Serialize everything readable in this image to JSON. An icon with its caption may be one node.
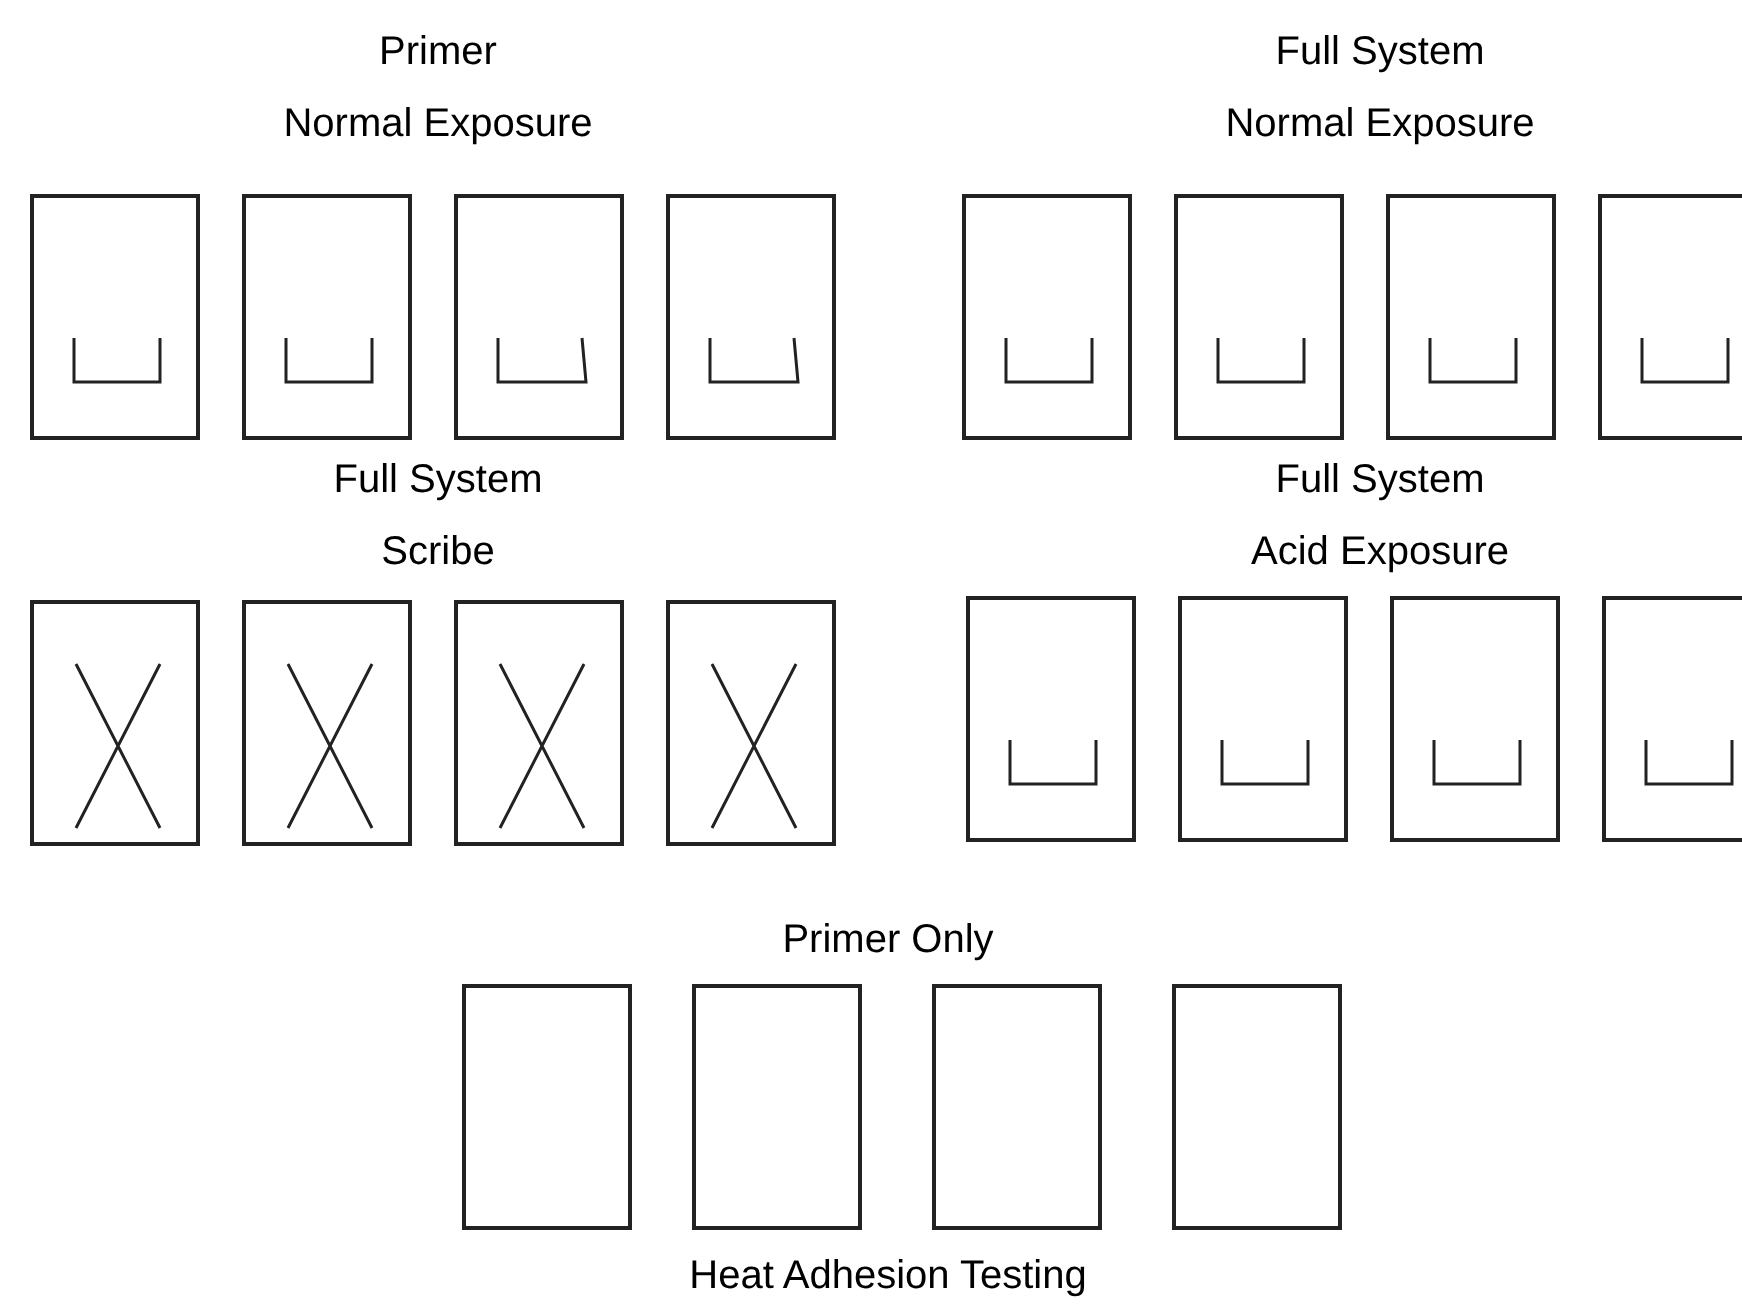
{
  "diagram": {
    "nodes": [
      {
        "text": [],
        "shape": "box"
      },
      {
        "text": [],
        "shape": "box"
      },
      {
        "text": [],
        "shape": "box"
      },
      {
        "text": [],
        "shape": "box"
      },
      {
        "text": [],
        "shape": "box"
      },
      {
        "text": [],
        "shape": "box"
      },
      {
        "text": [],
        "shape": "box"
      },
      {
        "text": [],
        "shape": "box"
      },
      {
        "text": [],
        "shape": "box"
      },
      {
        "text": [],
        "shape": "box"
      },
      {
        "text": [],
        "shape": "box"
      },
      {
        "text": [],
        "shape": "box"
      },
      {
        "text": [],
        "shape": "box"
      },
      {
        "text": [],
        "shape": "box"
      },
      {
        "text": [],
        "shape": "box"
      },
      {
        "text": [],
        "shape": "box"
      },
      {
        "text": [],
        "shape": "box"
      },
      {
        "text": [],
        "shape": "box"
      },
      {
        "text": [],
        "shape": "box"
      },
      {
        "text": [],
        "shape": "box"
      }
    ],
    "labels": [
      "Primer",
      "Full System",
      "Normal Exposure",
      "Normal Exposure",
      "Full System",
      "Full System",
      "Scribe",
      "Acid Exposure",
      "Primer Only",
      "Heat Adhesion Testing"
    ]
  }
}
